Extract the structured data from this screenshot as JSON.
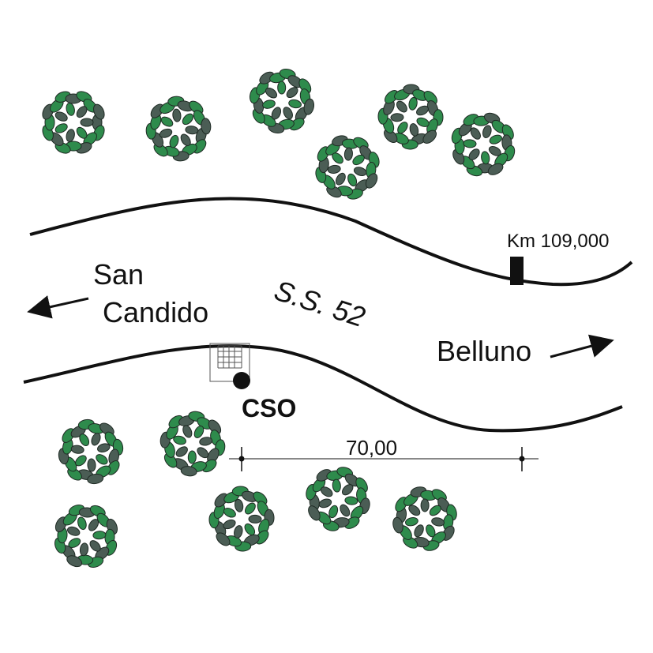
{
  "labels": {
    "km_marker": "Km 109,000",
    "road_name": "S.S. 52",
    "west_destination_line1": "San",
    "west_destination_line2": "Candido",
    "east_destination": "Belluno",
    "station": "CSO",
    "distance": "70,00"
  },
  "colors": {
    "ink": "#111111",
    "tree_leaf": "#2e8b4c",
    "tree_leaf_dark": "#4b5d55"
  },
  "icons": {
    "tree": "tree-icon",
    "station": "station-dot-icon",
    "grid": "grid-plot-icon",
    "arrow_west": "arrow-left-icon",
    "arrow_east": "arrow-right-icon",
    "km_post": "km-post-icon"
  }
}
